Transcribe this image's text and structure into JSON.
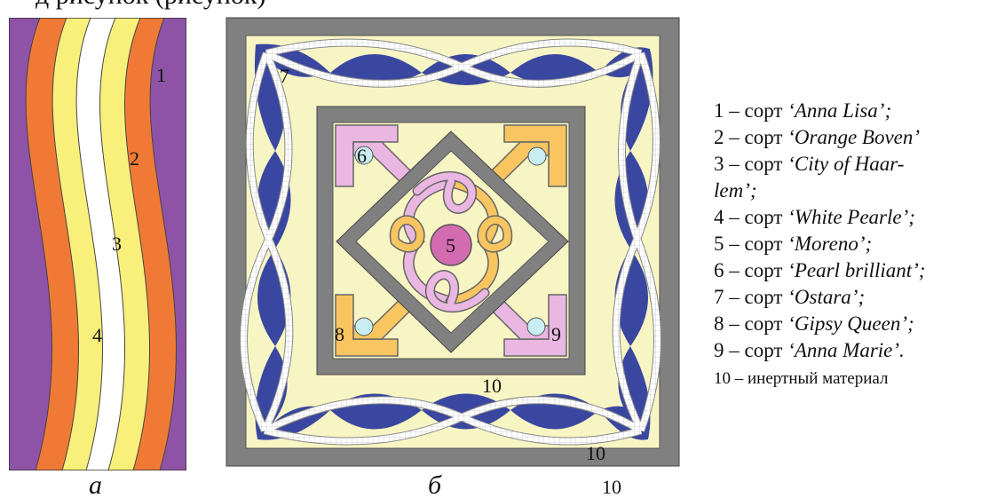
{
  "header_fragment": "д                  рисунок (рисунок)",
  "panel_a": {
    "caption": "а",
    "labels": [
      "1",
      "2",
      "3",
      "4"
    ]
  },
  "panel_b": {
    "caption": "б",
    "labels": [
      "5",
      "6",
      "7",
      "8",
      "9"
    ],
    "label_10_top": "10",
    "label_10_corner": "10",
    "label_10_below": "10"
  },
  "legend": [
    {
      "num": "1",
      "dash": "–",
      "word": "сорт",
      "name": "‘Anna Lisa’;"
    },
    {
      "num": "2",
      "dash": "–",
      "word": "сорт",
      "name": "‘Orange Boven’"
    },
    {
      "num": "3",
      "dash": "–",
      "word": "сорт",
      "name": "‘City of Haar-"
    },
    {
      "num": "",
      "dash": "",
      "word": "",
      "name": "lem’;"
    },
    {
      "num": "4",
      "dash": "–",
      "word": "сорт",
      "name": "‘White Pearle’;"
    },
    {
      "num": "5",
      "dash": "–",
      "word": "сорт",
      "name": "‘Moreno’;"
    },
    {
      "num": "6",
      "dash": "–",
      "word": "сорт",
      "name": "‘Pearl brilliant’;"
    },
    {
      "num": "7",
      "dash": "–",
      "word": "сорт",
      "name": "‘Ostara’;"
    },
    {
      "num": "8",
      "dash": "–",
      "word": "сорт",
      "name": "‘Gipsy Queen’;"
    },
    {
      "num": "9",
      "dash": "–",
      "word": "сорт",
      "name": "‘Anna Marie’."
    },
    {
      "num": "10",
      "dash": "–",
      "word": "инертный материал",
      "name": ""
    }
  ],
  "colors": {
    "purple": "#8e53a6",
    "orange": "#f07a35",
    "yellow": "#f8f07a",
    "white": "#ffffff",
    "gray": "#808080",
    "pale_yellow": "#f8f5c4",
    "blue": "#3a47a0",
    "magenta": "#d36bb0",
    "light_orange": "#f8c560",
    "pink": "#e9b7e1",
    "light_blue": "#c8eef2"
  }
}
